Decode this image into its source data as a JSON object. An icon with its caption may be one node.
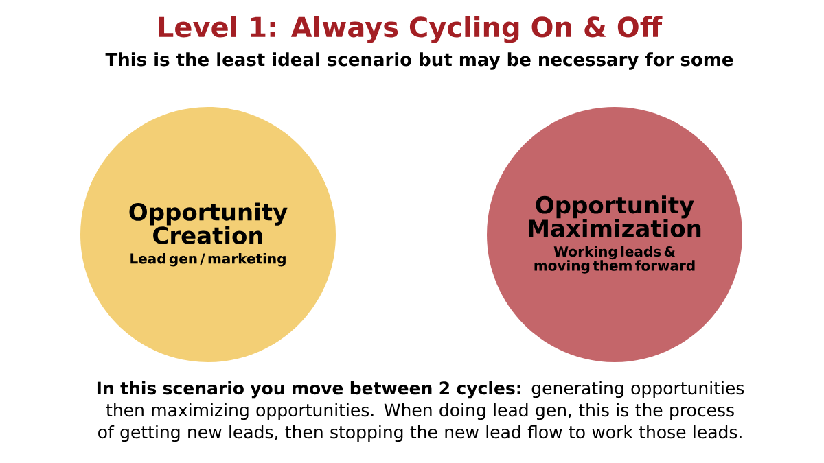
{
  "diagram": {
    "title": "Level 1: Always Cycling On & Off",
    "nodes": [
      {
        "text": [
          "Opportunity Creation",
          "Lead gen / marketing"
        ]
      },
      {
        "text": [
          "Opportunity Maximization",
          "Working leads & moving them forward"
        ]
      }
    ],
    "labels": [
      "This is the least ideal scenario but may be necessary for some"
    ],
    "caption": "**In this scenario you move between 2 cycles:** generating opportunities then maximizing opportunities.  When doing lead gen, this is the process of getting new leads, then stopping the new lead flow to work those leads."
  }
}
